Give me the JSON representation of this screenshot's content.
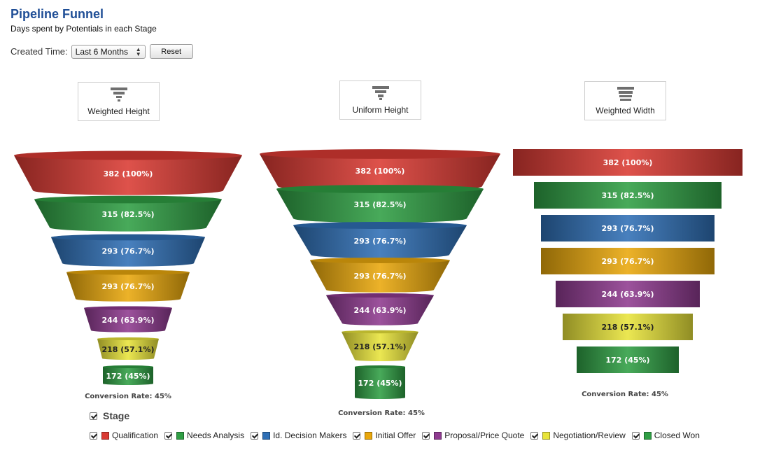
{
  "header": {
    "title": "Pipeline Funnel",
    "subtitle": "Days spent by Potentials in each Stage"
  },
  "filter": {
    "label": "Created Time:",
    "selected": "Last 6 Months",
    "reset_label": "Reset"
  },
  "modes": [
    {
      "label": "Weighted Height",
      "icon": "funnel-icon"
    },
    {
      "label": "Uniform Height",
      "icon": "funnel-icon"
    },
    {
      "label": "Weighted Width",
      "icon": "bars-icon"
    }
  ],
  "legend": {
    "title": "Stage",
    "items": [
      {
        "label": "Qualification",
        "color": "#d93a33"
      },
      {
        "label": "Needs Analysis",
        "color": "#2f9e44"
      },
      {
        "label": "Id. Decision Makers",
        "color": "#2f6fb5"
      },
      {
        "label": "Initial Offer",
        "color": "#e9a70c"
      },
      {
        "label": "Proposal/Price Quote",
        "color": "#8e3a8f"
      },
      {
        "label": "Negotiation/Review",
        "color": "#e8e43a"
      },
      {
        "label": "Closed Won",
        "color": "#2f9e44"
      }
    ]
  },
  "chart_data": [
    {
      "type": "funnel",
      "mode": "Weighted Height",
      "categories": [
        "Qualification",
        "Needs Analysis",
        "Id. Decision Makers",
        "Initial Offer",
        "Proposal/Price Quote",
        "Negotiation/Review",
        "Closed Won"
      ],
      "values": [
        382,
        315,
        293,
        293,
        244,
        218,
        172
      ],
      "labels": [
        "382 (100%)",
        "315 (82.5%)",
        "293 (76.7%)",
        "293 (76.7%)",
        "244 (63.9%)",
        "218 (57.1%)",
        "172 (45%)"
      ],
      "footer": "Conversion Rate: 45%"
    },
    {
      "type": "funnel",
      "mode": "Uniform Height",
      "categories": [
        "Qualification",
        "Needs Analysis",
        "Id. Decision Makers",
        "Initial Offer",
        "Proposal/Price Quote",
        "Negotiation/Review",
        "Closed Won"
      ],
      "values": [
        382,
        315,
        293,
        293,
        244,
        218,
        172
      ],
      "labels": [
        "382 (100%)",
        "315 (82.5%)",
        "293 (76.7%)",
        "293 (76.7%)",
        "244 (63.9%)",
        "218 (57.1%)",
        "172 (45%)"
      ],
      "footer": "Conversion Rate: 45%"
    },
    {
      "type": "funnel",
      "mode": "Weighted Width",
      "categories": [
        "Qualification",
        "Needs Analysis",
        "Id. Decision Makers",
        "Initial Offer",
        "Proposal/Price Quote",
        "Negotiation/Review",
        "Closed Won"
      ],
      "values": [
        382,
        315,
        293,
        293,
        244,
        218,
        172
      ],
      "labels": [
        "382 (100%)",
        "315 (82.5%)",
        "293 (76.7%)",
        "293 (76.7%)",
        "244 (63.9%)",
        "218 (57.1%)",
        "172 (45%)"
      ],
      "footer": "Conversion Rate: 45%"
    }
  ]
}
